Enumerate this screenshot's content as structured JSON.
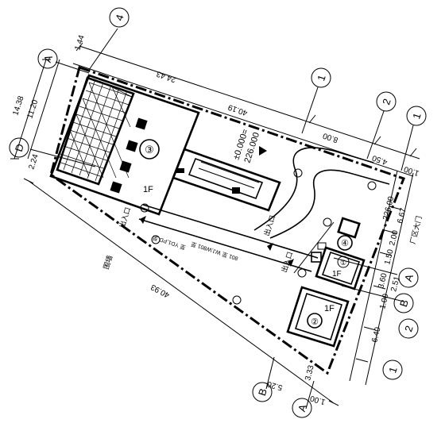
{
  "grid": {
    "axis_4": "4",
    "axis_A_top": "A",
    "axis_D": "D",
    "axis_1_top": "1",
    "axis_2_top": "2",
    "axis_1_right": "1",
    "axis_A_right": "A",
    "axis_B_right": "B",
    "axis_2_bottom": "2",
    "axis_1_bottom": "1",
    "axis_B_bottom": "B",
    "axis_A_bottom": "A"
  },
  "dimensions": {
    "top_24_43": "24.43",
    "top_40_19": "40.19",
    "top_1_44": "1.44",
    "top_8_00": "8.00",
    "top_4_50": "4.50",
    "top_1_00": "1.00",
    "left_14_38": "14.38",
    "left_11_20": "11.20",
    "left_2_24": "2.24",
    "bottom_40_93": "40.93",
    "bottom_3_33": "3.33",
    "bottom_1_00": "1.00",
    "bottom_5_20": "5.20",
    "right_6_67": "6.67",
    "right_226_00": "226.00",
    "right_2_00": "2.00",
    "right_1_50": "1.50",
    "right_2_51": "2.51",
    "right_3_60": "3.60",
    "right_1_00": "1.00",
    "right_6_40": "6.40"
  },
  "labels": {
    "elevation_line1": "±0.000=",
    "elevation_line2": "226.000",
    "bldg3_num": "③",
    "bldg3_floor": "1F",
    "bldg2_num": "②",
    "bldg2_floor": "1F",
    "bldg1_num": "①",
    "bldg1_floor": "1F",
    "bldg4_num": "④",
    "exit_upper": "出入口",
    "exit_mid": "出入口",
    "exit_lower": "出入口",
    "road_label": "围墙",
    "road_note1": "至 YD1,PD 至",
    "road_note2": "801 至 WJ,W801 至",
    "factory_gate": "厂区大门"
  }
}
